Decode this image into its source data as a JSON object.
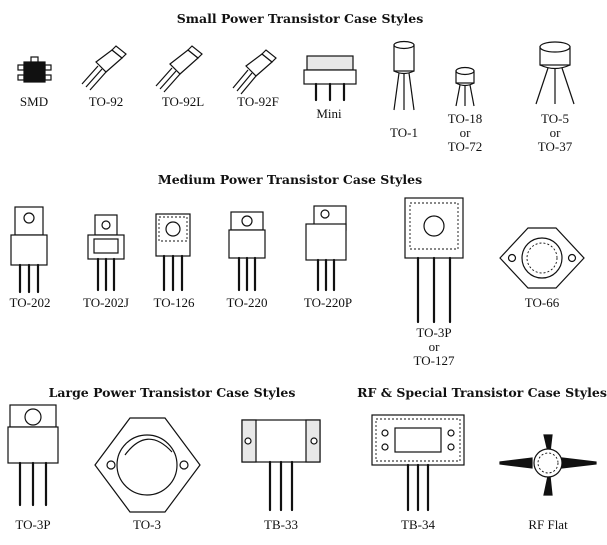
{
  "headings": {
    "small": "Small Power Transistor Case Styles",
    "medium": "Medium Power Transistor Case Styles",
    "large": "Large Power Transistor Case Styles",
    "rf": "RF & Special Transistor Case Styles"
  },
  "labels": {
    "smd": "SMD",
    "to92": "TO-92",
    "to92l": "TO-92L",
    "to92f": "TO-92F",
    "mini": "Mini",
    "to1": "TO-1",
    "to18": [
      "TO-18",
      "or",
      "TO-72"
    ],
    "to5": [
      "TO-5",
      "or",
      "TO-37"
    ],
    "to202": "TO-202",
    "to202j": "TO-202J",
    "to126": "TO-126",
    "to220": "TO-220",
    "to220p": "TO-220P",
    "to3p_med": [
      "TO-3P",
      "or",
      "TO-127"
    ],
    "to66": "TO-66",
    "to3p": "TO-3P",
    "to3": "TO-3",
    "tb33": "TB-33",
    "tb34": "TB-34",
    "rfflat": "RF Flat"
  }
}
